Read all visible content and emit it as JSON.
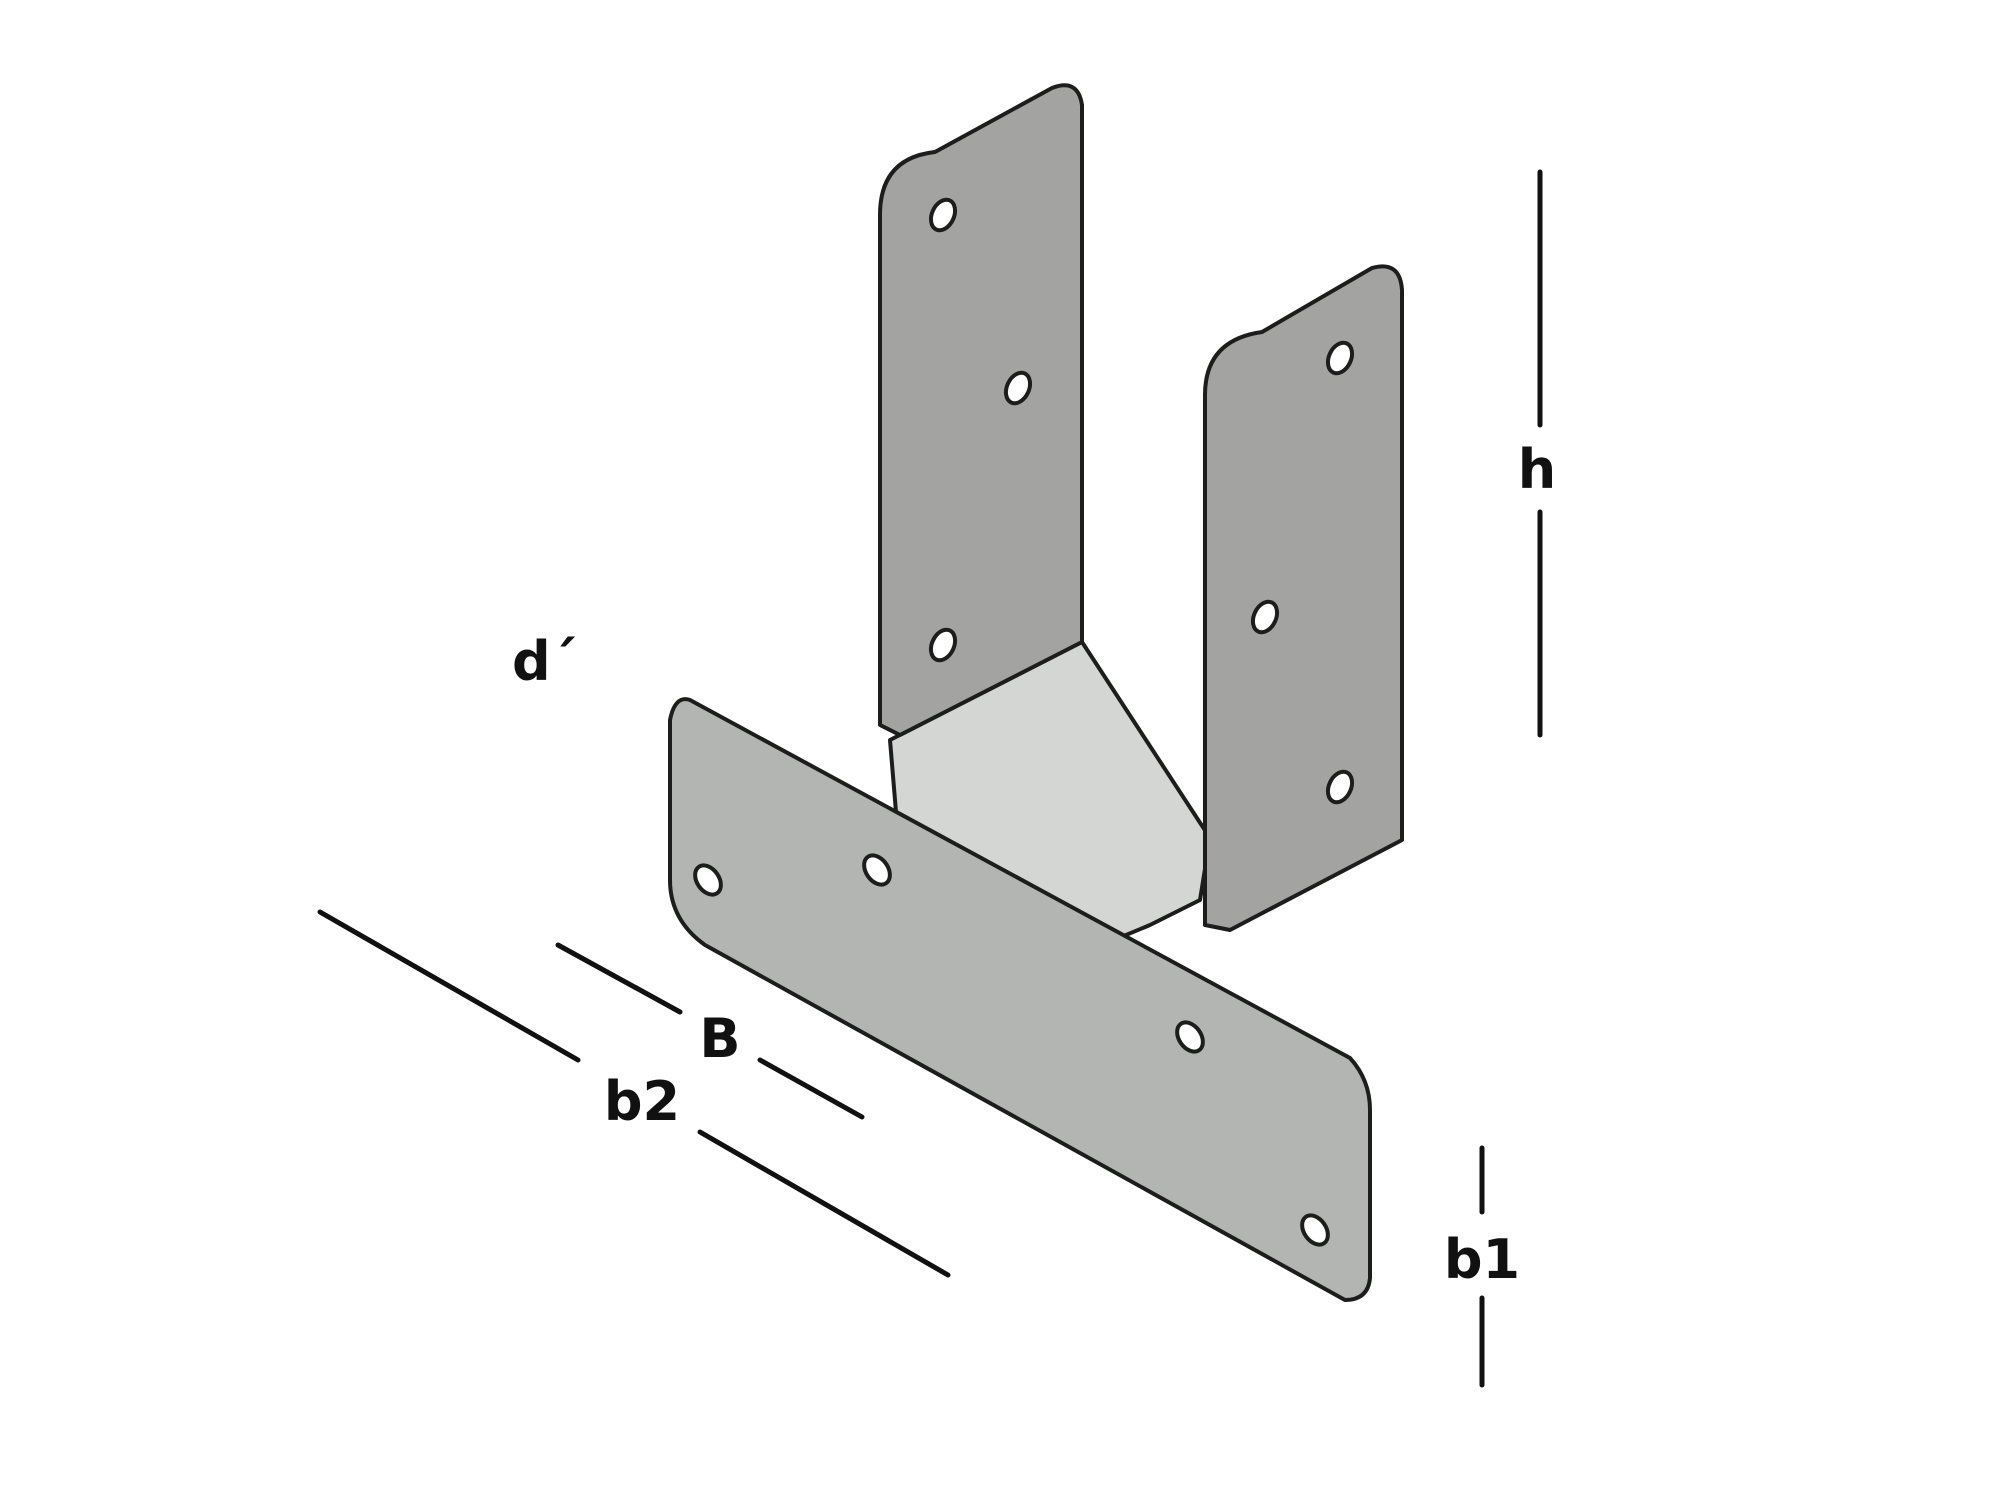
{
  "diagram": {
    "labels": {
      "h": "h",
      "d": "d´",
      "B": "B",
      "b2": "b2",
      "b1": "b1"
    },
    "colors": {
      "back_plate": "#a3a4a2",
      "front_plate": "#b3b5b2",
      "floor": "#d4d6d3",
      "outline": "#1d1d1d",
      "hole": "#ffffff"
    }
  }
}
